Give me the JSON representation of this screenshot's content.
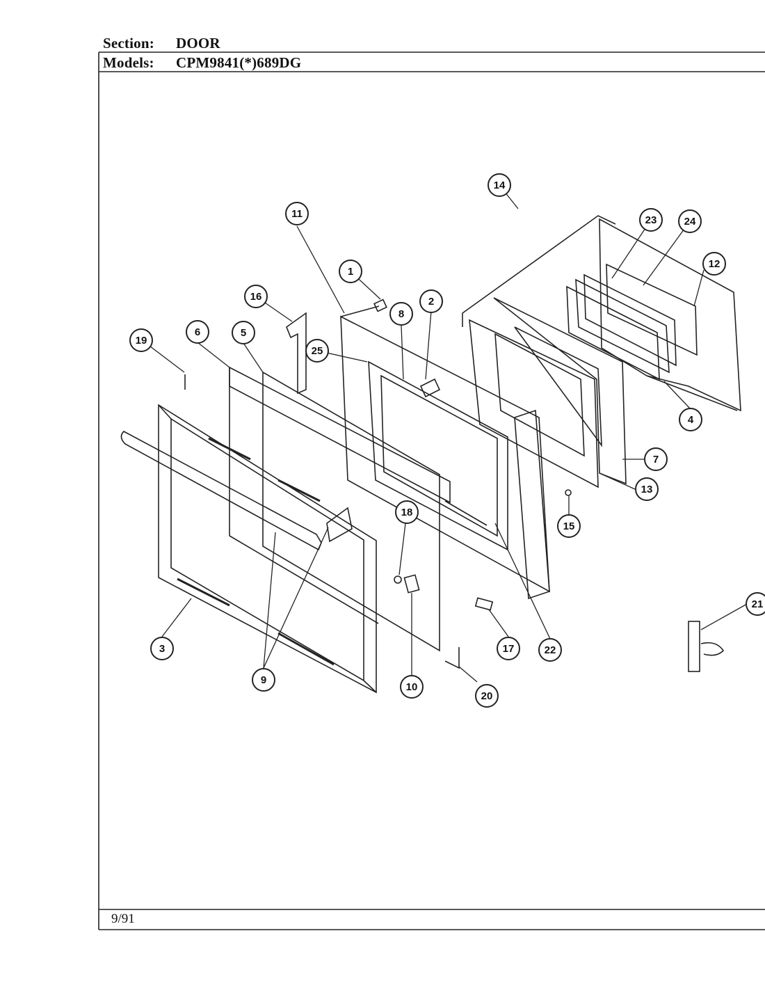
{
  "header": {
    "section_label": "Section:",
    "section_value": "DOOR",
    "models_label": "Models:",
    "models_value": "CPM9841(*)689DG"
  },
  "footer": {
    "date": "9/91"
  },
  "callouts": [
    "1",
    "2",
    "3",
    "4",
    "5",
    "6",
    "7",
    "8",
    "9",
    "10",
    "11",
    "12",
    "13",
    "14",
    "15",
    "16",
    "17",
    "18",
    "19",
    "20",
    "21",
    "22",
    "23",
    "24",
    "25"
  ]
}
